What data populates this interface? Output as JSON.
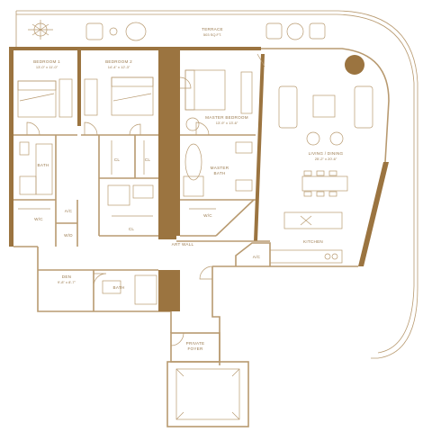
{
  "rooms": {
    "terrace": {
      "name": "TERRACE",
      "area": "503 SQ.FT."
    },
    "bedroom1": {
      "name": "BEDROOM 1",
      "size": "13'-0\" x 11'-0\""
    },
    "bedroom2": {
      "name": "BEDROOM 2",
      "size": "14'-4\" x 12'-3\""
    },
    "master_bedroom": {
      "name": "MASTER BEDROOM",
      "size": "13'-9\" x 13'-6\""
    },
    "living_dining": {
      "name": "LIVING / DINING",
      "size": "25'-2\" x 20'-6\""
    },
    "bath1": {
      "name": "BATH"
    },
    "bath2": {
      "name": "BATH"
    },
    "master_bath": {
      "name": "MASTER",
      "name2": "BATH"
    },
    "wic1": {
      "name": "W/C"
    },
    "wic2": {
      "name": "W/C"
    },
    "cl1": {
      "name": "CL"
    },
    "cl2": {
      "name": "CL"
    },
    "cl3": {
      "name": "CL"
    },
    "ac1": {
      "name": "A/C"
    },
    "ac2": {
      "name": "A/C"
    },
    "wd": {
      "name": "W/D"
    },
    "art_wall": {
      "name": "ART WALL"
    },
    "kitchen": {
      "name": "KITCHEN"
    },
    "den": {
      "name": "DEN",
      "size": "9'-8\" x 8'-7\""
    },
    "foyer": {
      "name": "PRIVATE",
      "name2": "FOYER"
    }
  },
  "colors": {
    "wall": "#9b7440",
    "line": "#b89a70",
    "text": "#9a7a4e"
  }
}
